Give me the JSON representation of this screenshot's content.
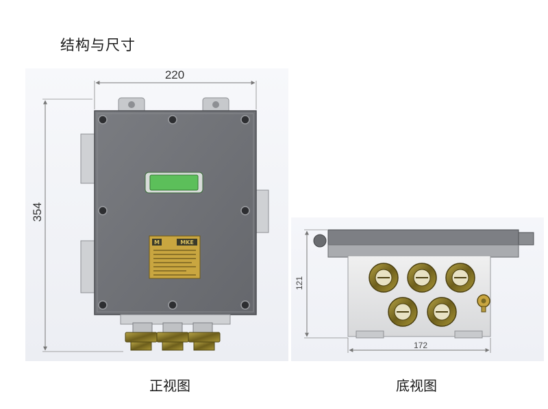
{
  "section_title": "结构与尺寸",
  "front_view": {
    "caption": "正视图",
    "dim_width": "220",
    "dim_height": "354",
    "nameplate_title": "MKE",
    "nameplate_logo": "M"
  },
  "bottom_view": {
    "caption": "底视图",
    "dim_height": "121",
    "dim_width": "172"
  },
  "colors": {
    "enclosure": "#707277",
    "enclosure_dark": "#4a4c50",
    "window": "#5cbf5a",
    "nameplate": "#c9a640",
    "brass": "#7a6a22",
    "dimension_line": "#777777"
  }
}
